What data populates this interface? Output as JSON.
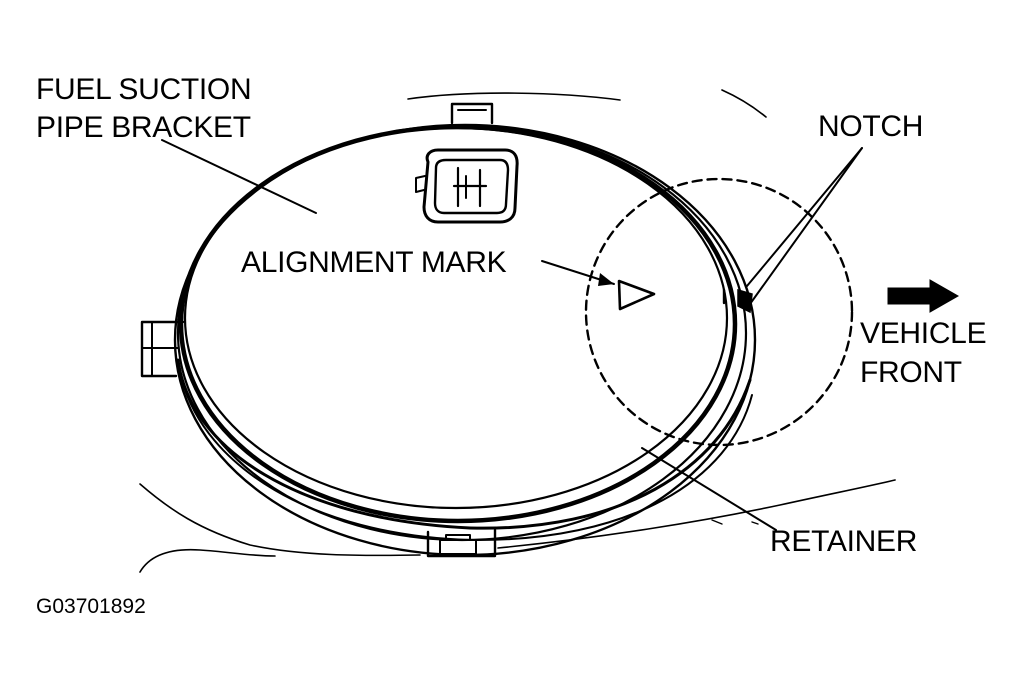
{
  "labels": {
    "fuel_suction_line1": "FUEL SUCTION",
    "fuel_suction_line2": "PIPE BRACKET",
    "alignment_mark": "ALIGNMENT MARK",
    "notch": "NOTCH",
    "vehicle_front_line1": "VEHICLE",
    "vehicle_front_line2": "FRONT",
    "retainer": "RETAINER"
  },
  "figure_code": "G03701892",
  "colors": {
    "ink": "#000000",
    "background": "#ffffff"
  }
}
